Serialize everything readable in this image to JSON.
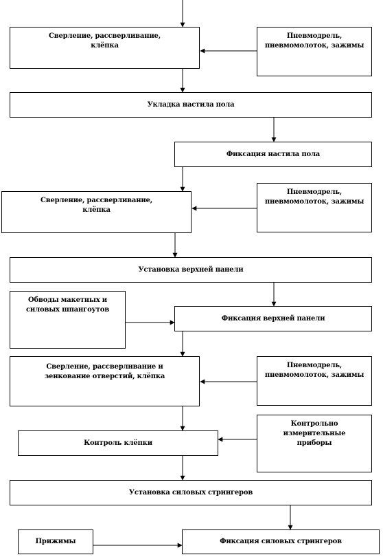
{
  "steps": {
    "drill1": "Сверление, рассверливание, клёпка",
    "tools1": "Пневмодрель, пневмомолоток, зажимы",
    "floor_lay": "Укладка настила пола",
    "floor_fix": "Фиксация настила пола",
    "drill2": "Сверление, рассверливание, клёпка",
    "tools2": "Пневмодрель, пневмомолоток, зажимы",
    "upper_install": "Установка верхней панели",
    "contours": "Обводы макетных и силовых шпангоутов",
    "upper_fix": "Фиксация верхней панели",
    "drill3": "Сверление, рассверливание и зенкование отверстий, клёпка",
    "tools3": "Пневмодрель, пневмомолоток, зажимы",
    "rivet_control": "Контроль клёпки",
    "instruments": "Контрольно измерительные приборы",
    "stringer_install": "Установка силовых стрингеров",
    "clamps": "Прижимы",
    "stringer_fix": "Фиксация силовых стрингеров"
  }
}
